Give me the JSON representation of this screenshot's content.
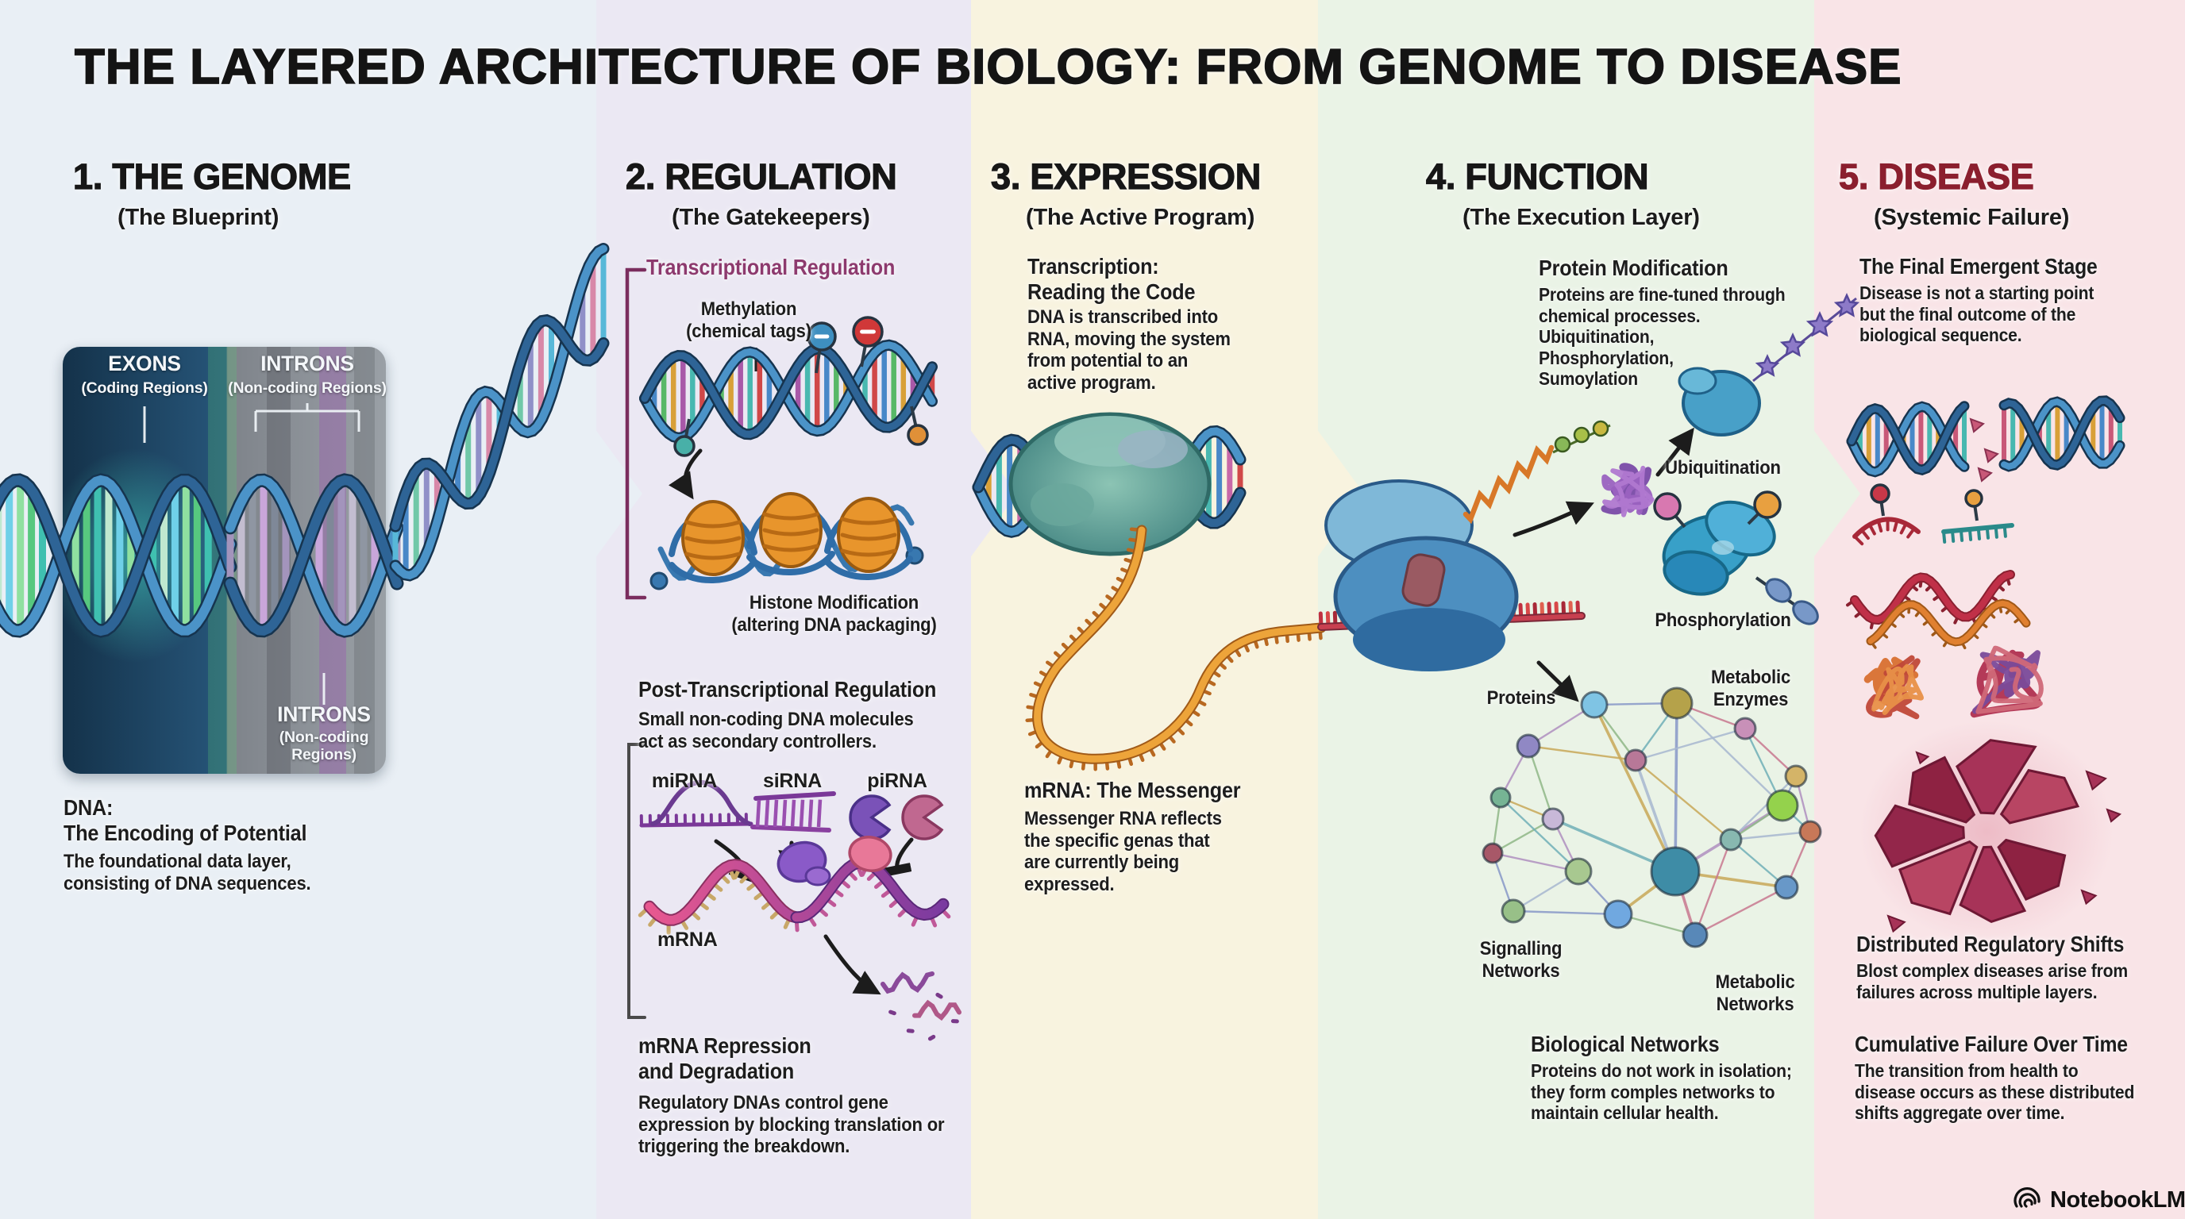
{
  "title": "THE LAYERED ARCHITECTURE OF BIOLOGY: FROM GENOME TO DISEASE",
  "branding": {
    "logo": "NotebookLM"
  },
  "colors": {
    "column_genome": "#e9eff5",
    "column_regulation": "#ebe8f3",
    "column_expression": "#f8f3df",
    "column_function": "#eaf3e6",
    "column_disease": "#f9e4e7",
    "accent_transcriptional": "#8d3a6e",
    "accent_disease": "#8b1f2e"
  },
  "sections": {
    "genome": {
      "header": "1. THE GENOME",
      "subtitle": "(The Blueprint)",
      "exons_title": "EXONS",
      "exons_sub": "(Coding Regions)",
      "introns_title": "INTRONS",
      "introns_sub": "(Non-coding Regions)",
      "introns2_title": "INTRONS",
      "introns2_sub": "(Non-coding\nRegions)",
      "caption_title": "DNA:\nThe Encoding of Potential",
      "caption_body": "The foundational data layer,\nconsisting of DNA sequences."
    },
    "regulation": {
      "header": "2. REGULATION",
      "subtitle": "(The Gatekeepers)",
      "transcriptional_title": "Transcriptional Regulation",
      "methylation_label": "Methylation\n(chemical tags)",
      "histone_label": "Histone Modification\n(altering DNA packaging)",
      "post_title": "Post-Transcriptional Regulation",
      "post_body": "Small non-coding DNA molecules\nact as secondary controllers.",
      "mirna_label": "miRNA",
      "sirna_label": "siRNA",
      "pirna_label": "piRNA",
      "mrna_label": "mRNA",
      "repression_title": "mRNA Repression\nand Degradation",
      "repression_body": "Regulatory DNAs control gene\nexpression by blocking translation or\ntriggering the breakdown."
    },
    "expression": {
      "header": "3. EXPRESSION",
      "subtitle": "(The Active Program)",
      "transcription_title": "Transcription:\nReading the Code",
      "transcription_body": "DNA is transcribed into\nRNA, moving the system\nfrom potential to an\nactive program.",
      "messenger_title": "mRNA: The Messenger",
      "messenger_body": "Messenger RNA reflects\nthe specific genas that\nare currently being\nexpressed."
    },
    "function": {
      "header": "4. FUNCTION",
      "subtitle": "(The Execution Layer)",
      "modification_title": "Protein Modification",
      "modification_body": "Proteins are fine-tuned through\nchemical processes.\nUbiquitination,\nPhosphorylation,\nSumoylation",
      "ubiquitination_label": "Ubiquitination",
      "phosphorylation_label": "Phosphorylation",
      "proteins_label": "Proteins",
      "metabolic_enzymes_label": "Metabolic\nEnzymes",
      "signalling_label": "Signalling\nNetworks",
      "metabolic_networks_label": "Metabolic\nNetworks",
      "networks_title": "Biological Networks",
      "networks_body": "Proteins do not work in isolation;\nthey form comples networks to\nmaintain cellular health."
    },
    "disease": {
      "header": "5. DISEASE",
      "subtitle": "(Systemic Failure)",
      "final_title": "The Final Emergent Stage",
      "final_body": "Disease is not a starting point\nbut the final outcome of the\nbiological sequence.",
      "shifts_title": "Distributed Regulatory Shifts",
      "shifts_body": "Blost complex diseases arise from\nfailures across multiple layers.",
      "cumulative_title": "Cumulative Failure Over Time",
      "cumulative_body": "The transition from health to\ndisease occurs as these distributed\nshifts aggregate over time."
    }
  }
}
